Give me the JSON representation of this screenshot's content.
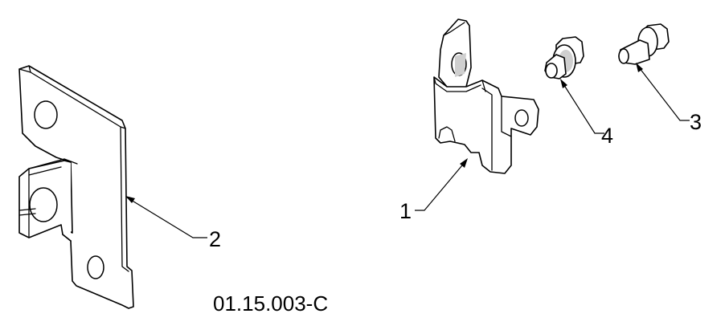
{
  "callouts": {
    "c1": "1",
    "c2": "2",
    "c3": "3",
    "c4": "4"
  },
  "drawing_id": "01.15.003-C",
  "parts": {
    "p1": "bracket-small-icon",
    "p2": "bracket-large-icon",
    "p3": "flange-bolt-icon",
    "p4": "flange-nut-icon"
  },
  "colors": {
    "line": "#000000",
    "background": "#ffffff",
    "shade": "#cfcfcf"
  }
}
